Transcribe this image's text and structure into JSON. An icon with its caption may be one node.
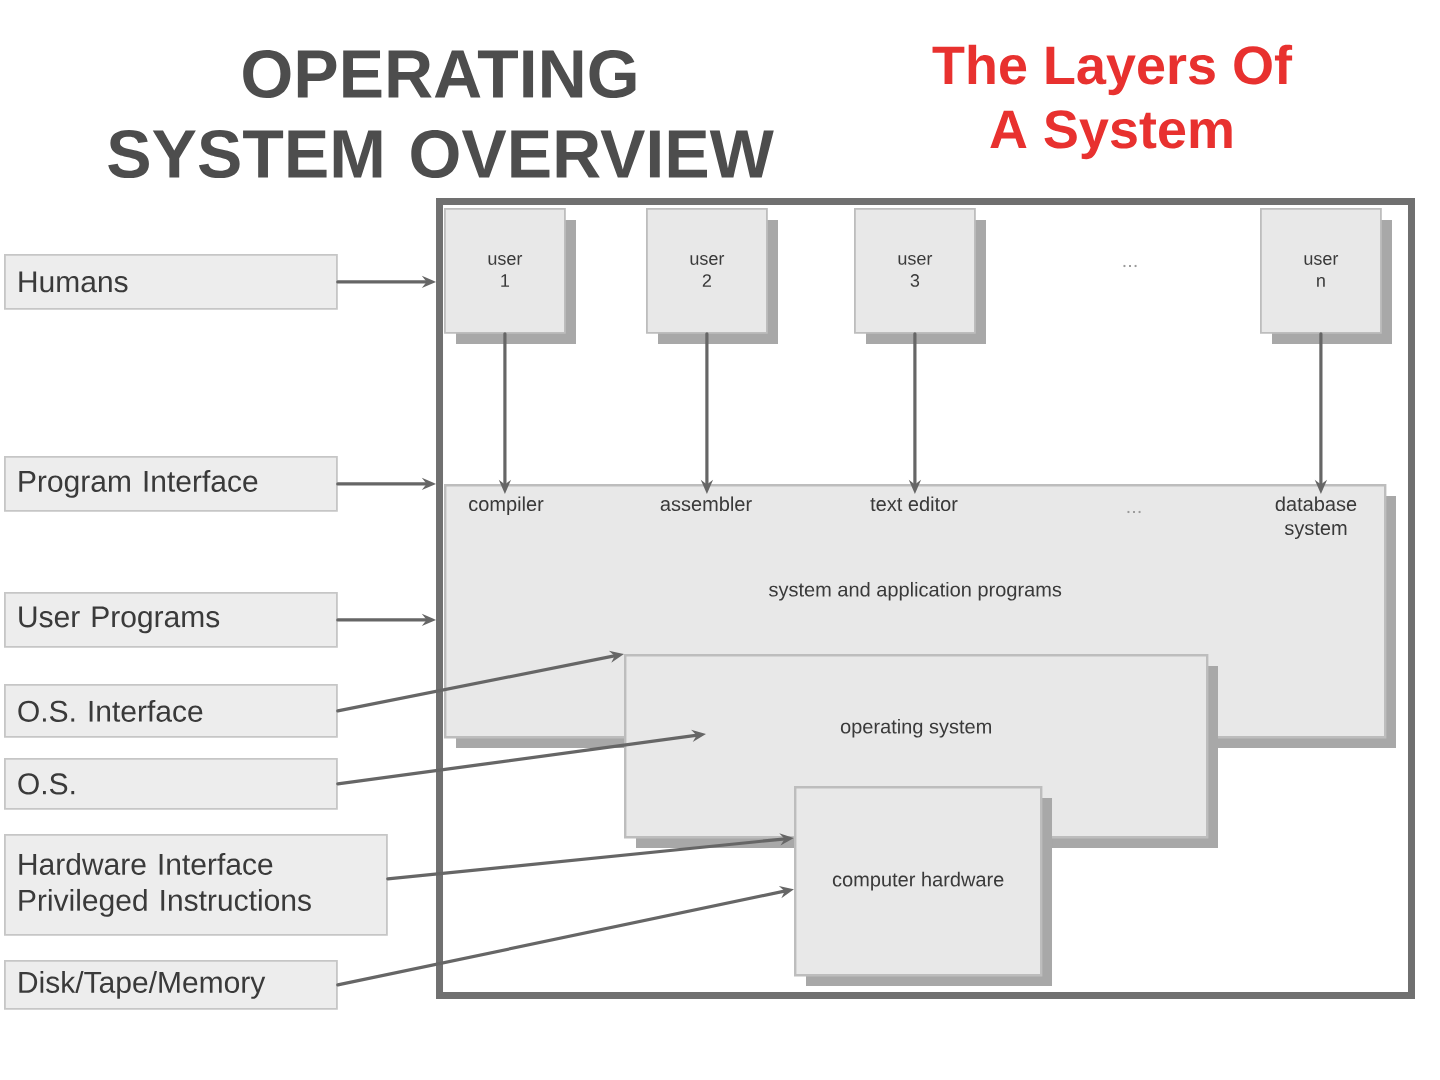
{
  "diagram": {
    "title": "OPERATING SYSTEM OVERVIEW",
    "nodes": [
      {
        "text": [
          "Humans"
        ]
      },
      {
        "text": [
          "Program Interface"
        ]
      },
      {
        "text": [
          "User Programs"
        ]
      },
      {
        "text": [
          "O.S. Interface"
        ]
      },
      {
        "text": [
          "O.S."
        ]
      },
      {
        "text": [
          "Hardware Interface Privileged Instructions"
        ]
      },
      {
        "text": [
          "Disk/Tape/Memory"
        ]
      },
      {
        "text": [],
        "shape": "box"
      },
      {
        "text": [
          "user 1"
        ],
        "in": 7
      },
      {
        "text": [
          "user 2"
        ],
        "in": 7
      },
      {
        "text": [
          "user 3"
        ],
        "in": 7
      },
      {
        "text": [
          "user n"
        ],
        "in": 7
      },
      {
        "text": [
          "system and application programs"
        ],
        "in": 7
      },
      {
        "text": [
          "compiler"
        ],
        "in": 12
      },
      {
        "text": [
          "assembler"
        ],
        "in": 12
      },
      {
        "text": [
          "text editor"
        ],
        "in": 12
      },
      {
        "text": [
          "database system"
        ],
        "in": 12
      },
      {
        "text": [
          "operating system"
        ],
        "in": 7
      },
      {
        "text": [
          "computer hardware"
        ],
        "in": 7
      }
    ],
    "edges": [
      {
        "from": 0,
        "to": 7,
        "arrow": "to"
      },
      {
        "from": 1,
        "to": 7,
        "arrow": "to"
      },
      {
        "from": 2,
        "to": 7,
        "arrow": "to"
      },
      {
        "from": 3,
        "to": 17,
        "arrow": "to"
      },
      {
        "from": 4,
        "to": 17,
        "arrow": "to"
      },
      {
        "from": 5,
        "to": 18,
        "arrow": "to"
      },
      {
        "from": 6,
        "to": 18,
        "arrow": "to"
      },
      {
        "from": 8,
        "to": 13,
        "arrow": "to"
      },
      {
        "from": 9,
        "to": 14,
        "arrow": "to"
      },
      {
        "from": 10,
        "to": 15,
        "arrow": "to"
      },
      {
        "from": 11,
        "to": 16,
        "arrow": "to"
      }
    ],
    "labels": [
      "The Layers Of A System",
      "...",
      "..."
    ]
  }
}
